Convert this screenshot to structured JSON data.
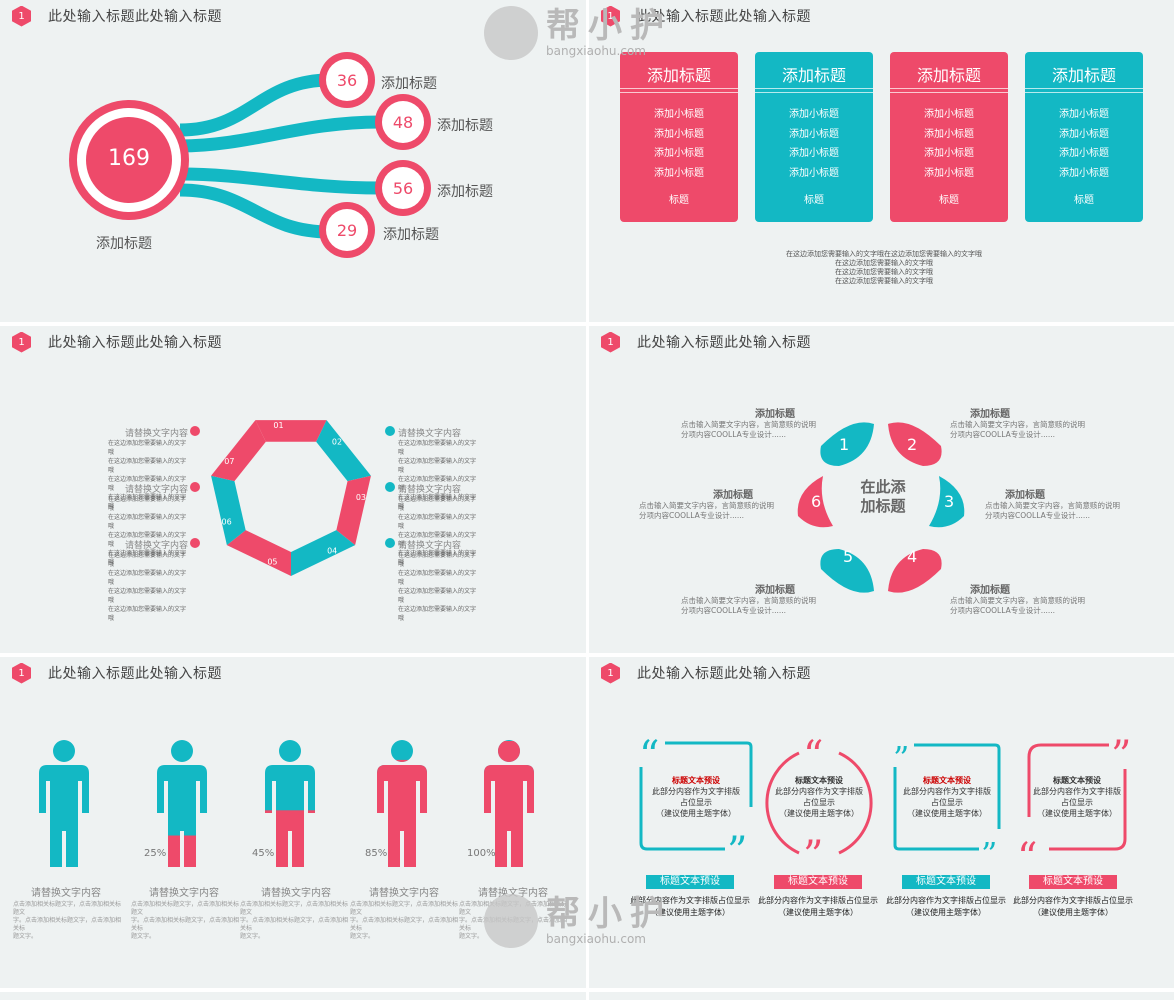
{
  "header_title": "此处输入标题此处输入标题",
  "header_num": "1",
  "colors": {
    "red": "#ee4a6a",
    "teal": "#13b8c4",
    "bg": "#eef2f2"
  },
  "s1": {
    "center_value": "169",
    "center_label": "添加标题",
    "nodes": [
      {
        "value": "36",
        "label": "添加标题"
      },
      {
        "value": "48",
        "label": "添加标题"
      },
      {
        "value": "56",
        "label": "添加标题"
      },
      {
        "value": "29",
        "label": "添加标题"
      }
    ]
  },
  "s2": {
    "cards": [
      {
        "title": "添加标题",
        "items": [
          "添加小标题",
          "添加小标题",
          "添加小标题",
          "添加小标题"
        ],
        "footer": "标题"
      },
      {
        "title": "添加标题",
        "items": [
          "添加小标题",
          "添加小标题",
          "添加小标题",
          "添加小标题"
        ],
        "footer": "标题"
      },
      {
        "title": "添加标题",
        "items": [
          "添加小标题",
          "添加小标题",
          "添加小标题",
          "添加小标题"
        ],
        "footer": "标题"
      },
      {
        "title": "添加标题",
        "items": [
          "添加小标题",
          "添加小标题",
          "添加小标题",
          "添加小标题"
        ],
        "footer": "标题"
      }
    ],
    "note": [
      "在这边添加您需要输入的文字哦在这边添加您需要输入的文字哦",
      "在这边添加您需要输入的文字哦",
      "在这边添加您需要输入的文字哦",
      "在这边添加您需要输入的文字哦"
    ]
  },
  "s3": {
    "segments": [
      "01",
      "02",
      "03",
      "04",
      "05",
      "06",
      "07"
    ],
    "item_title": "请替换文字内容",
    "item_lines": [
      "在这边添加您需要输入的文字哦",
      "在这边添加您需要输入的文字哦",
      "在这边添加您需要输入的文字哦",
      "在这边添加您需要输入的文字哦"
    ]
  },
  "s4": {
    "center": [
      "在此添",
      "加标题"
    ],
    "petals": [
      "1",
      "2",
      "3",
      "4",
      "5",
      "6"
    ],
    "label": "添加标题",
    "desc": [
      "点击输入简要文字内容，言简意赅的说明",
      "分项内容COOLLA专业设计......"
    ]
  },
  "s5": {
    "figures": [
      {
        "percent": 1.0,
        "pct_label": "",
        "caption": "请替换文字内容"
      },
      {
        "percent": 0.25,
        "pct_label": "25%",
        "caption": "请替换文字内容"
      },
      {
        "percent": 0.45,
        "pct_label": "45%",
        "caption": "请替换文字内容"
      },
      {
        "percent": 0.85,
        "pct_label": "85%",
        "caption": "请替换文字内容"
      },
      {
        "percent": 1.0,
        "pct_label": "100%",
        "caption": "请替换文字内容"
      }
    ],
    "desc": [
      "点击添加相关标题文字，点击添加相关标题文",
      "字。点击添加相关标题文字，点击添加相关标",
      "题文字。"
    ]
  },
  "s6": {
    "quotes": [
      {
        "heading": "标题文本预设",
        "body": [
          "此部分内容作为文字排版",
          "占位显示",
          "（建议使用主题字体）"
        ],
        "tag": "标题文本预设",
        "caption": [
          "此部分内容作为文字排版占位显示",
          "（建议使用主题字体）"
        ]
      },
      {
        "heading": "标题文本预设",
        "body": [
          "此部分内容作为文字排版",
          "占位显示",
          "（建议使用主题字体）"
        ],
        "tag": "标题文本预设",
        "caption": [
          "此部分内容作为文字排版占位显示",
          "（建议使用主题字体）"
        ]
      },
      {
        "heading": "标题文本预设",
        "body": [
          "此部分内容作为文字排版",
          "占位显示",
          "（建议使用主题字体）"
        ],
        "tag": "标题文本预设",
        "caption": [
          "此部分内容作为文字排版占位显示",
          "（建议使用主题字体）"
        ]
      },
      {
        "heading": "标题文本预设",
        "body": [
          "此部分内容作为文字排版",
          "占位显示",
          "（建议使用主题字体）"
        ],
        "tag": "标题文本预设",
        "caption": [
          "此部分内容作为文字排版占位显示",
          "（建议使用主题字体）"
        ]
      }
    ]
  },
  "watermark": {
    "brand": "帮小护",
    "url": "bangxiaohu.com"
  }
}
